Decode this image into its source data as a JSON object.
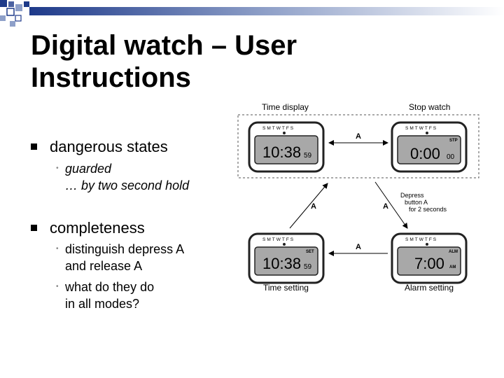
{
  "slide": {
    "title_line1": "Digital watch – User",
    "title_line2": "Instructions"
  },
  "bullets": [
    {
      "text": "dangerous states",
      "sub": [
        {
          "line1": "guarded",
          "line2": "… by two second hold",
          "italic": true
        }
      ]
    },
    {
      "text": "completeness",
      "sub": [
        {
          "line1": "distinguish depress A",
          "line2": "and release A",
          "italic": false
        },
        {
          "line1": "what do they do",
          "line2": "in all modes?",
          "italic": false
        }
      ]
    }
  ],
  "diagram": {
    "labels": {
      "time_display": "Time display",
      "stop_watch": "Stop watch",
      "time_setting": "Time setting",
      "alarm_setting": "Alarm setting"
    },
    "day_row": "SMTWTFS",
    "watches": {
      "time_display": {
        "main": "10:38",
        "sec": "59",
        "badge": ""
      },
      "stop_watch": {
        "main": "0:00",
        "sec": "00",
        "badge": "STP"
      },
      "time_setting": {
        "main": "10:38",
        "sec": "59",
        "badge": "SET"
      },
      "alarm_setting": {
        "main": "7:00",
        "sec": "",
        "badge": "ALM",
        "sub_badge": "AM"
      }
    },
    "arrows": {
      "top": "A",
      "bottom": "A",
      "left": "A",
      "right": "A"
    },
    "note": {
      "line1": "Depress",
      "line2": "button A",
      "line3": "for 2 seconds"
    }
  }
}
